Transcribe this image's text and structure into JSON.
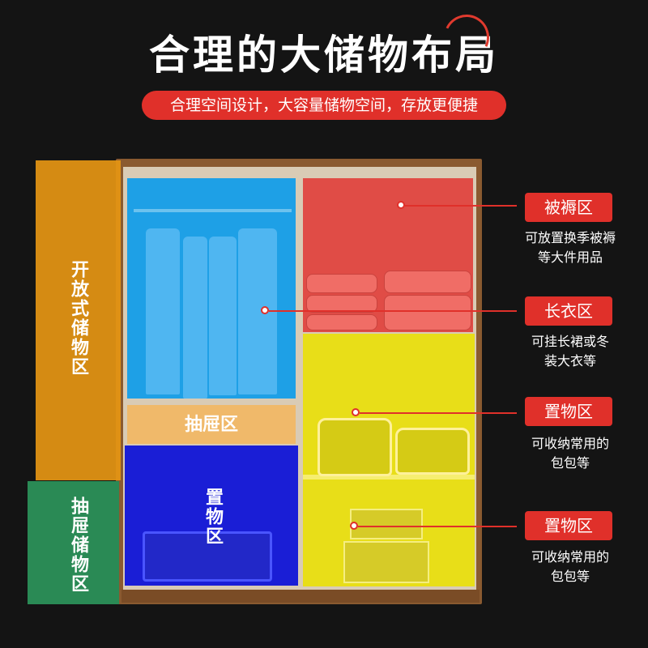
{
  "header": {
    "title": "合理的大储物布局",
    "subtitle": "合理空间设计，大容量储物空间，存放更便捷"
  },
  "zones": {
    "open_storage": "开放式储物区",
    "drawer_center": "抽屉区",
    "drawer_left": "抽屉储物区",
    "bottom_storage": "置物区"
  },
  "callouts": [
    {
      "tag": "被褥区",
      "desc_line1": "可放置换季被褥",
      "desc_line2": "等大件用品"
    },
    {
      "tag": "长衣区",
      "desc_line1": "可挂长裙或冬",
      "desc_line2": "装大衣等"
    },
    {
      "tag": "置物区",
      "desc_line1": "可收纳常用的",
      "desc_line2": "包包等"
    },
    {
      "tag": "置物区",
      "desc_line1": "可收纳常用的",
      "desc_line2": "包包等"
    }
  ],
  "colors": {
    "accent": "#e0302a",
    "background": "#141414",
    "long_coat_zone": "#1ea0e6",
    "bedding_zone": "#e04c46",
    "storage_zone_yellow": "#e8de18",
    "storage_zone_blue": "#1a1ed6",
    "open_zone": "#e69614",
    "drawer_zone_left": "#2a8a55",
    "drawer_zone_center": "#f0b96a"
  }
}
